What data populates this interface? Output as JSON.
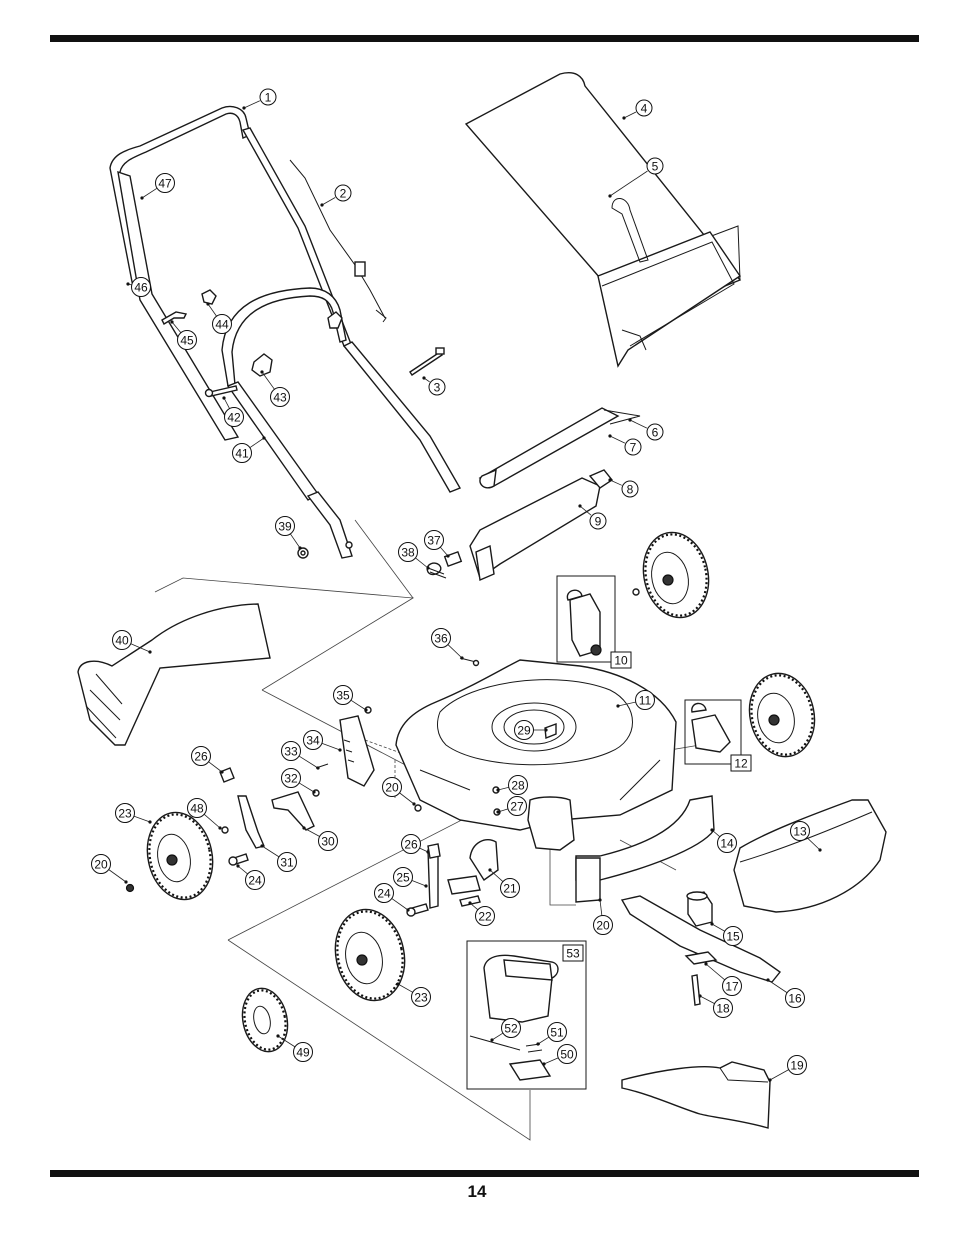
{
  "page_number": "14",
  "callouts": [
    {
      "id": "c1",
      "label": "1"
    },
    {
      "id": "c2",
      "label": "2"
    },
    {
      "id": "c3",
      "label": "3"
    },
    {
      "id": "c4",
      "label": "4"
    },
    {
      "id": "c5",
      "label": "5"
    },
    {
      "id": "c6",
      "label": "6"
    },
    {
      "id": "c7",
      "label": "7"
    },
    {
      "id": "c8",
      "label": "8"
    },
    {
      "id": "c9",
      "label": "9"
    },
    {
      "id": "c10",
      "label": "10"
    },
    {
      "id": "c11",
      "label": "11"
    },
    {
      "id": "c12",
      "label": "12"
    },
    {
      "id": "c13",
      "label": "13"
    },
    {
      "id": "c14",
      "label": "14"
    },
    {
      "id": "c15",
      "label": "15"
    },
    {
      "id": "c16",
      "label": "16"
    },
    {
      "id": "c17",
      "label": "17"
    },
    {
      "id": "c18",
      "label": "18"
    },
    {
      "id": "c19",
      "label": "19"
    },
    {
      "id": "c20a",
      "label": "20"
    },
    {
      "id": "c20b",
      "label": "20"
    },
    {
      "id": "c20c",
      "label": "20"
    },
    {
      "id": "c21",
      "label": "21"
    },
    {
      "id": "c22",
      "label": "22"
    },
    {
      "id": "c23a",
      "label": "23"
    },
    {
      "id": "c23b",
      "label": "23"
    },
    {
      "id": "c24a",
      "label": "24"
    },
    {
      "id": "c24b",
      "label": "24"
    },
    {
      "id": "c25",
      "label": "25"
    },
    {
      "id": "c26a",
      "label": "26"
    },
    {
      "id": "c26b",
      "label": "26"
    },
    {
      "id": "c27",
      "label": "27"
    },
    {
      "id": "c28",
      "label": "28"
    },
    {
      "id": "c29",
      "label": "29"
    },
    {
      "id": "c30",
      "label": "30"
    },
    {
      "id": "c31",
      "label": "31"
    },
    {
      "id": "c32",
      "label": "32"
    },
    {
      "id": "c33",
      "label": "33"
    },
    {
      "id": "c34",
      "label": "34"
    },
    {
      "id": "c35",
      "label": "35"
    },
    {
      "id": "c36",
      "label": "36"
    },
    {
      "id": "c37",
      "label": "37"
    },
    {
      "id": "c38",
      "label": "38"
    },
    {
      "id": "c39",
      "label": "39"
    },
    {
      "id": "c40",
      "label": "40"
    },
    {
      "id": "c41",
      "label": "41"
    },
    {
      "id": "c42",
      "label": "42"
    },
    {
      "id": "c43",
      "label": "43"
    },
    {
      "id": "c44",
      "label": "44"
    },
    {
      "id": "c45",
      "label": "45"
    },
    {
      "id": "c46",
      "label": "46"
    },
    {
      "id": "c47",
      "label": "47"
    },
    {
      "id": "c48",
      "label": "48"
    },
    {
      "id": "c49",
      "label": "49"
    },
    {
      "id": "c50",
      "label": "50"
    },
    {
      "id": "c51",
      "label": "51"
    },
    {
      "id": "c52",
      "label": "52"
    },
    {
      "id": "c53",
      "label": "53"
    }
  ]
}
